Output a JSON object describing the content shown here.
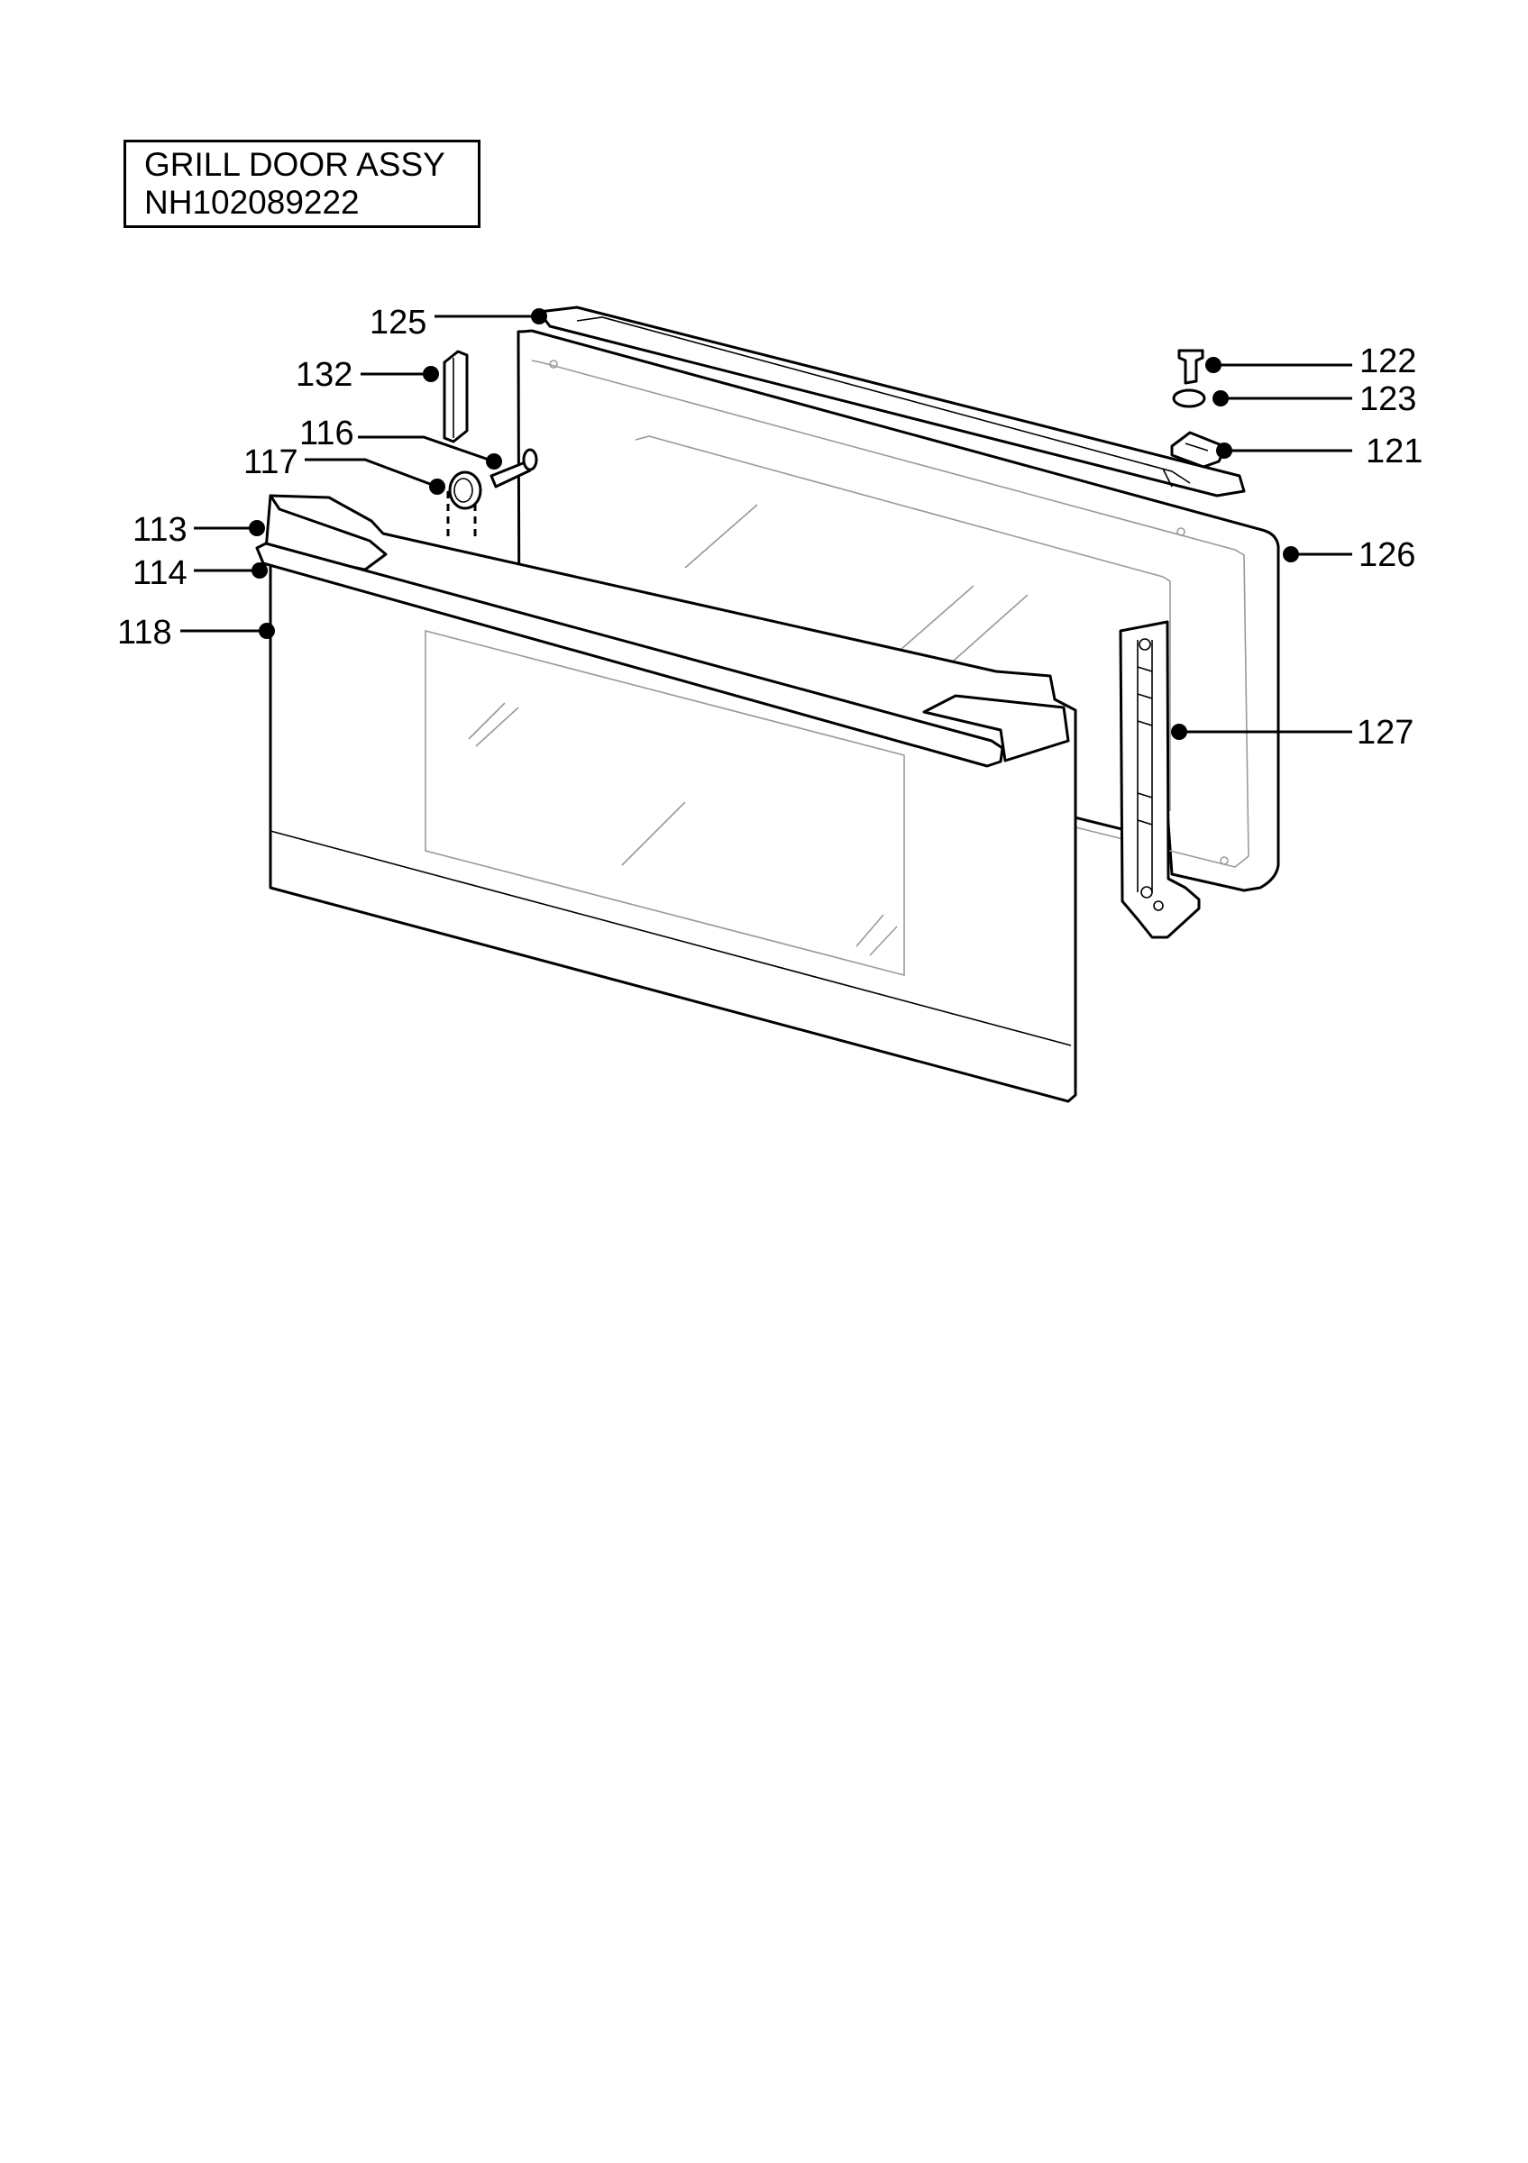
{
  "title": {
    "line1": "GRILL DOOR ASSY",
    "line2": "NH102089222"
  },
  "callouts": [
    {
      "id": "125",
      "label": "125"
    },
    {
      "id": "132",
      "label": "132"
    },
    {
      "id": "116",
      "label": "116"
    },
    {
      "id": "117",
      "label": "117"
    },
    {
      "id": "113",
      "label": "113"
    },
    {
      "id": "114",
      "label": "114"
    },
    {
      "id": "118",
      "label": "118"
    },
    {
      "id": "122",
      "label": "122"
    },
    {
      "id": "123",
      "label": "123"
    },
    {
      "id": "121",
      "label": "121"
    },
    {
      "id": "126",
      "label": "126"
    },
    {
      "id": "127",
      "label": "127"
    }
  ]
}
